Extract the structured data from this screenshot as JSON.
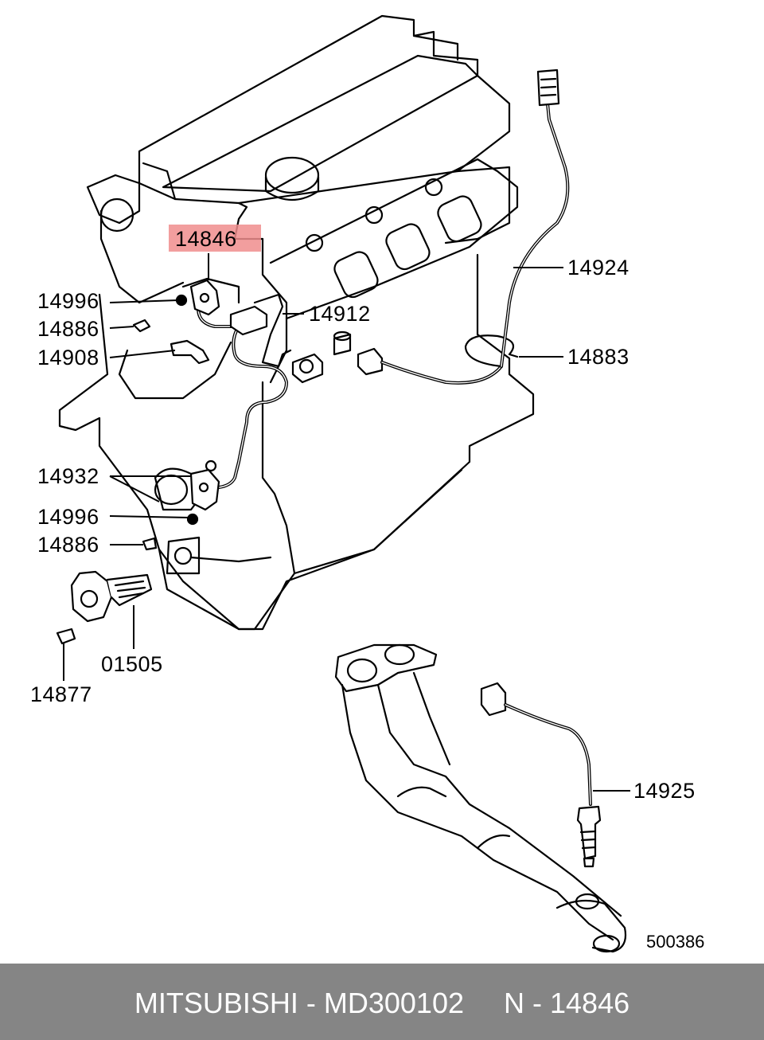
{
  "callouts": {
    "c14846": "14846",
    "c14924": "14924",
    "c14996a": "14996",
    "c14912": "14912",
    "c14886a": "14886",
    "c14908": "14908",
    "c14883": "14883",
    "c14932": "14932",
    "c14996b": "14996",
    "c14886b": "14886",
    "c01505": "01505",
    "c14877": "14877",
    "c14925": "14925"
  },
  "highlight": {
    "part": "14846",
    "color": "#f08d8d"
  },
  "reference_number": "500386",
  "footer": {
    "brand": "MITSUBISHI",
    "separator": " - ",
    "part_number": "MD300102",
    "gap": "     ",
    "n_label": "N - 14846",
    "background": "#858585",
    "text_color": "#ffffff"
  }
}
